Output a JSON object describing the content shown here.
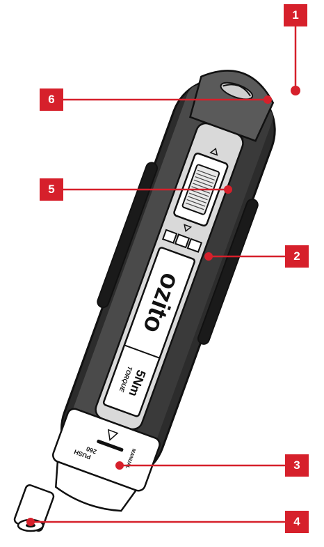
{
  "brand": {
    "logo_text": "ozito",
    "torque_value": "5Nm",
    "torque_label": "TORQUE"
  },
  "collar": {
    "push_text": "PUSH",
    "model_text": "260",
    "manual_text": "MANUAL"
  },
  "colors": {
    "callout": "#d6202b",
    "outline": "#111111",
    "body_dark": "#2c2c2c",
    "body_mid": "#4a4a4a",
    "body_light": "#8a8a8a",
    "panel": "#f2f2f2"
  },
  "callouts": [
    {
      "number": "1",
      "target": "top end / rear cap"
    },
    {
      "number": "2",
      "target": "indicator lights"
    },
    {
      "number": "3",
      "target": "torque collar"
    },
    {
      "number": "4",
      "target": "bit holder"
    },
    {
      "number": "5",
      "target": "direction switch"
    },
    {
      "number": "6",
      "target": "handle light"
    }
  ]
}
